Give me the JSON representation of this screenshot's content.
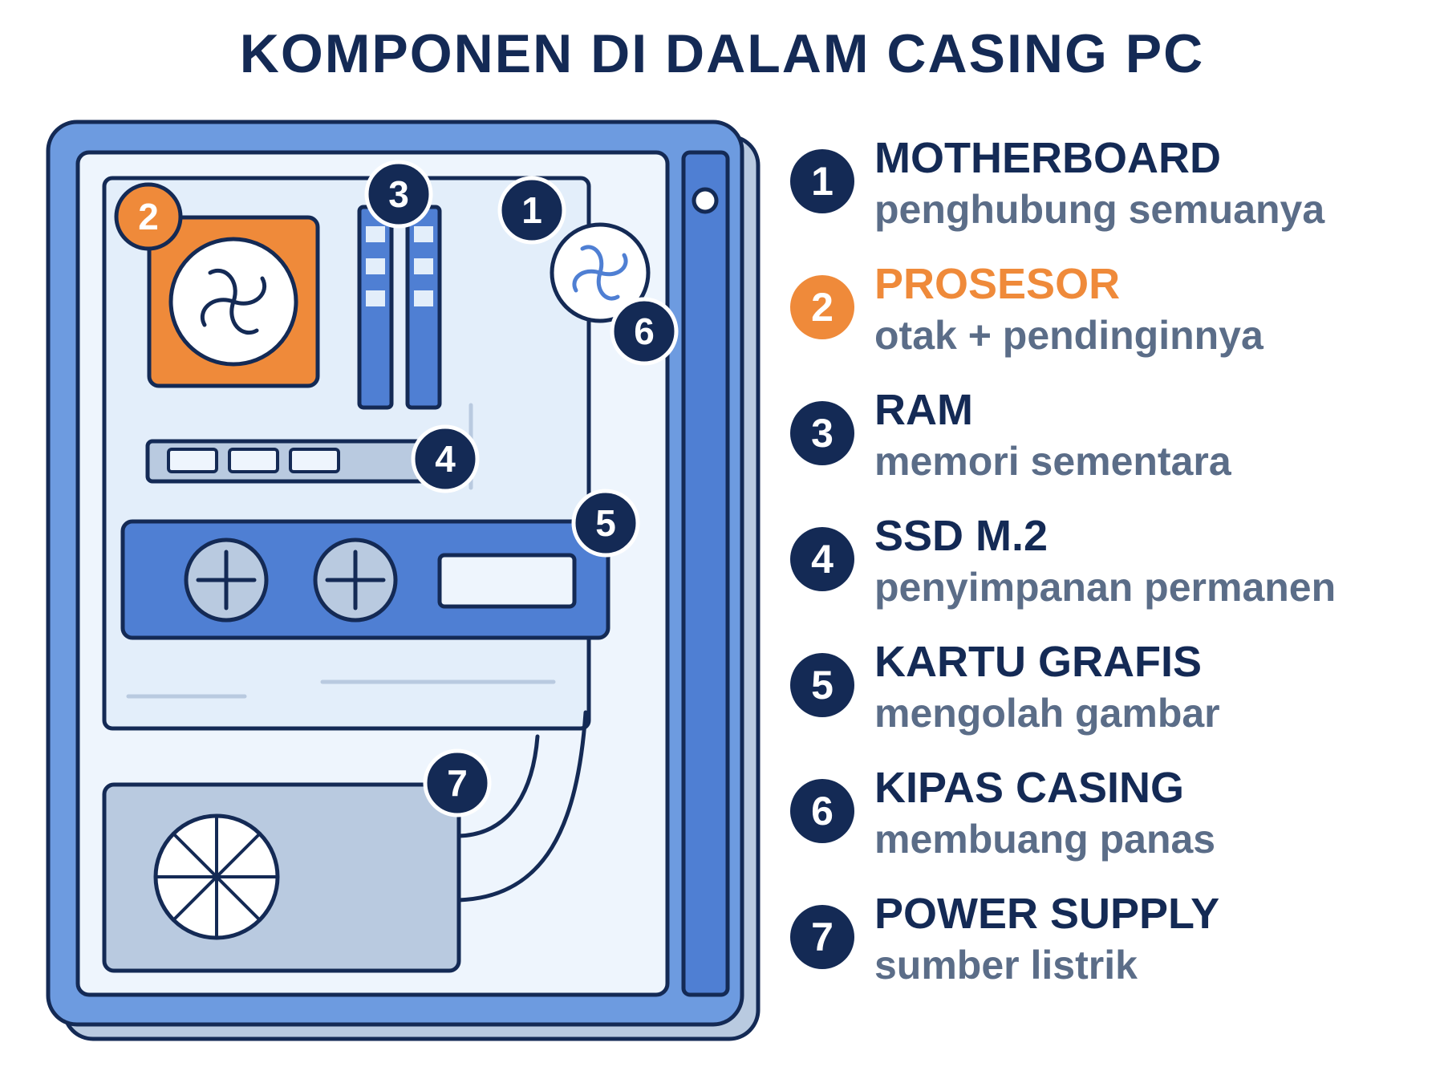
{
  "title": "KOMPONEN DI DALAM CASING PC",
  "colors": {
    "navy": "#142a55",
    "orange": "#ef8a3a",
    "blue": "#4f7fd3",
    "case_outer": "#6d9be0",
    "panel_light": "#e3eefa",
    "panel_lighter": "#eef5fd",
    "gray_blue": "#b9cae0",
    "desc_gray": "#5b6d88"
  },
  "badges": [
    "1",
    "2",
    "3",
    "4",
    "5",
    "6",
    "7"
  ],
  "legend": [
    {
      "num": "1",
      "title": "MOTHERBOARD",
      "desc": "penghubung semuanya",
      "highlight": false
    },
    {
      "num": "2",
      "title": "PROSESOR",
      "desc": "otak + pendinginnya",
      "highlight": true
    },
    {
      "num": "3",
      "title": "RAM",
      "desc": "memori sementara",
      "highlight": false
    },
    {
      "num": "4",
      "title": "SSD M.2",
      "desc": "penyimpanan permanen",
      "highlight": false
    },
    {
      "num": "5",
      "title": "KARTU GRAFIS",
      "desc": "mengolah gambar",
      "highlight": false
    },
    {
      "num": "6",
      "title": "KIPAS CASING",
      "desc": "membuang panas",
      "highlight": false
    },
    {
      "num": "7",
      "title": "POWER SUPPLY",
      "desc": "sumber listrik",
      "highlight": false
    }
  ]
}
